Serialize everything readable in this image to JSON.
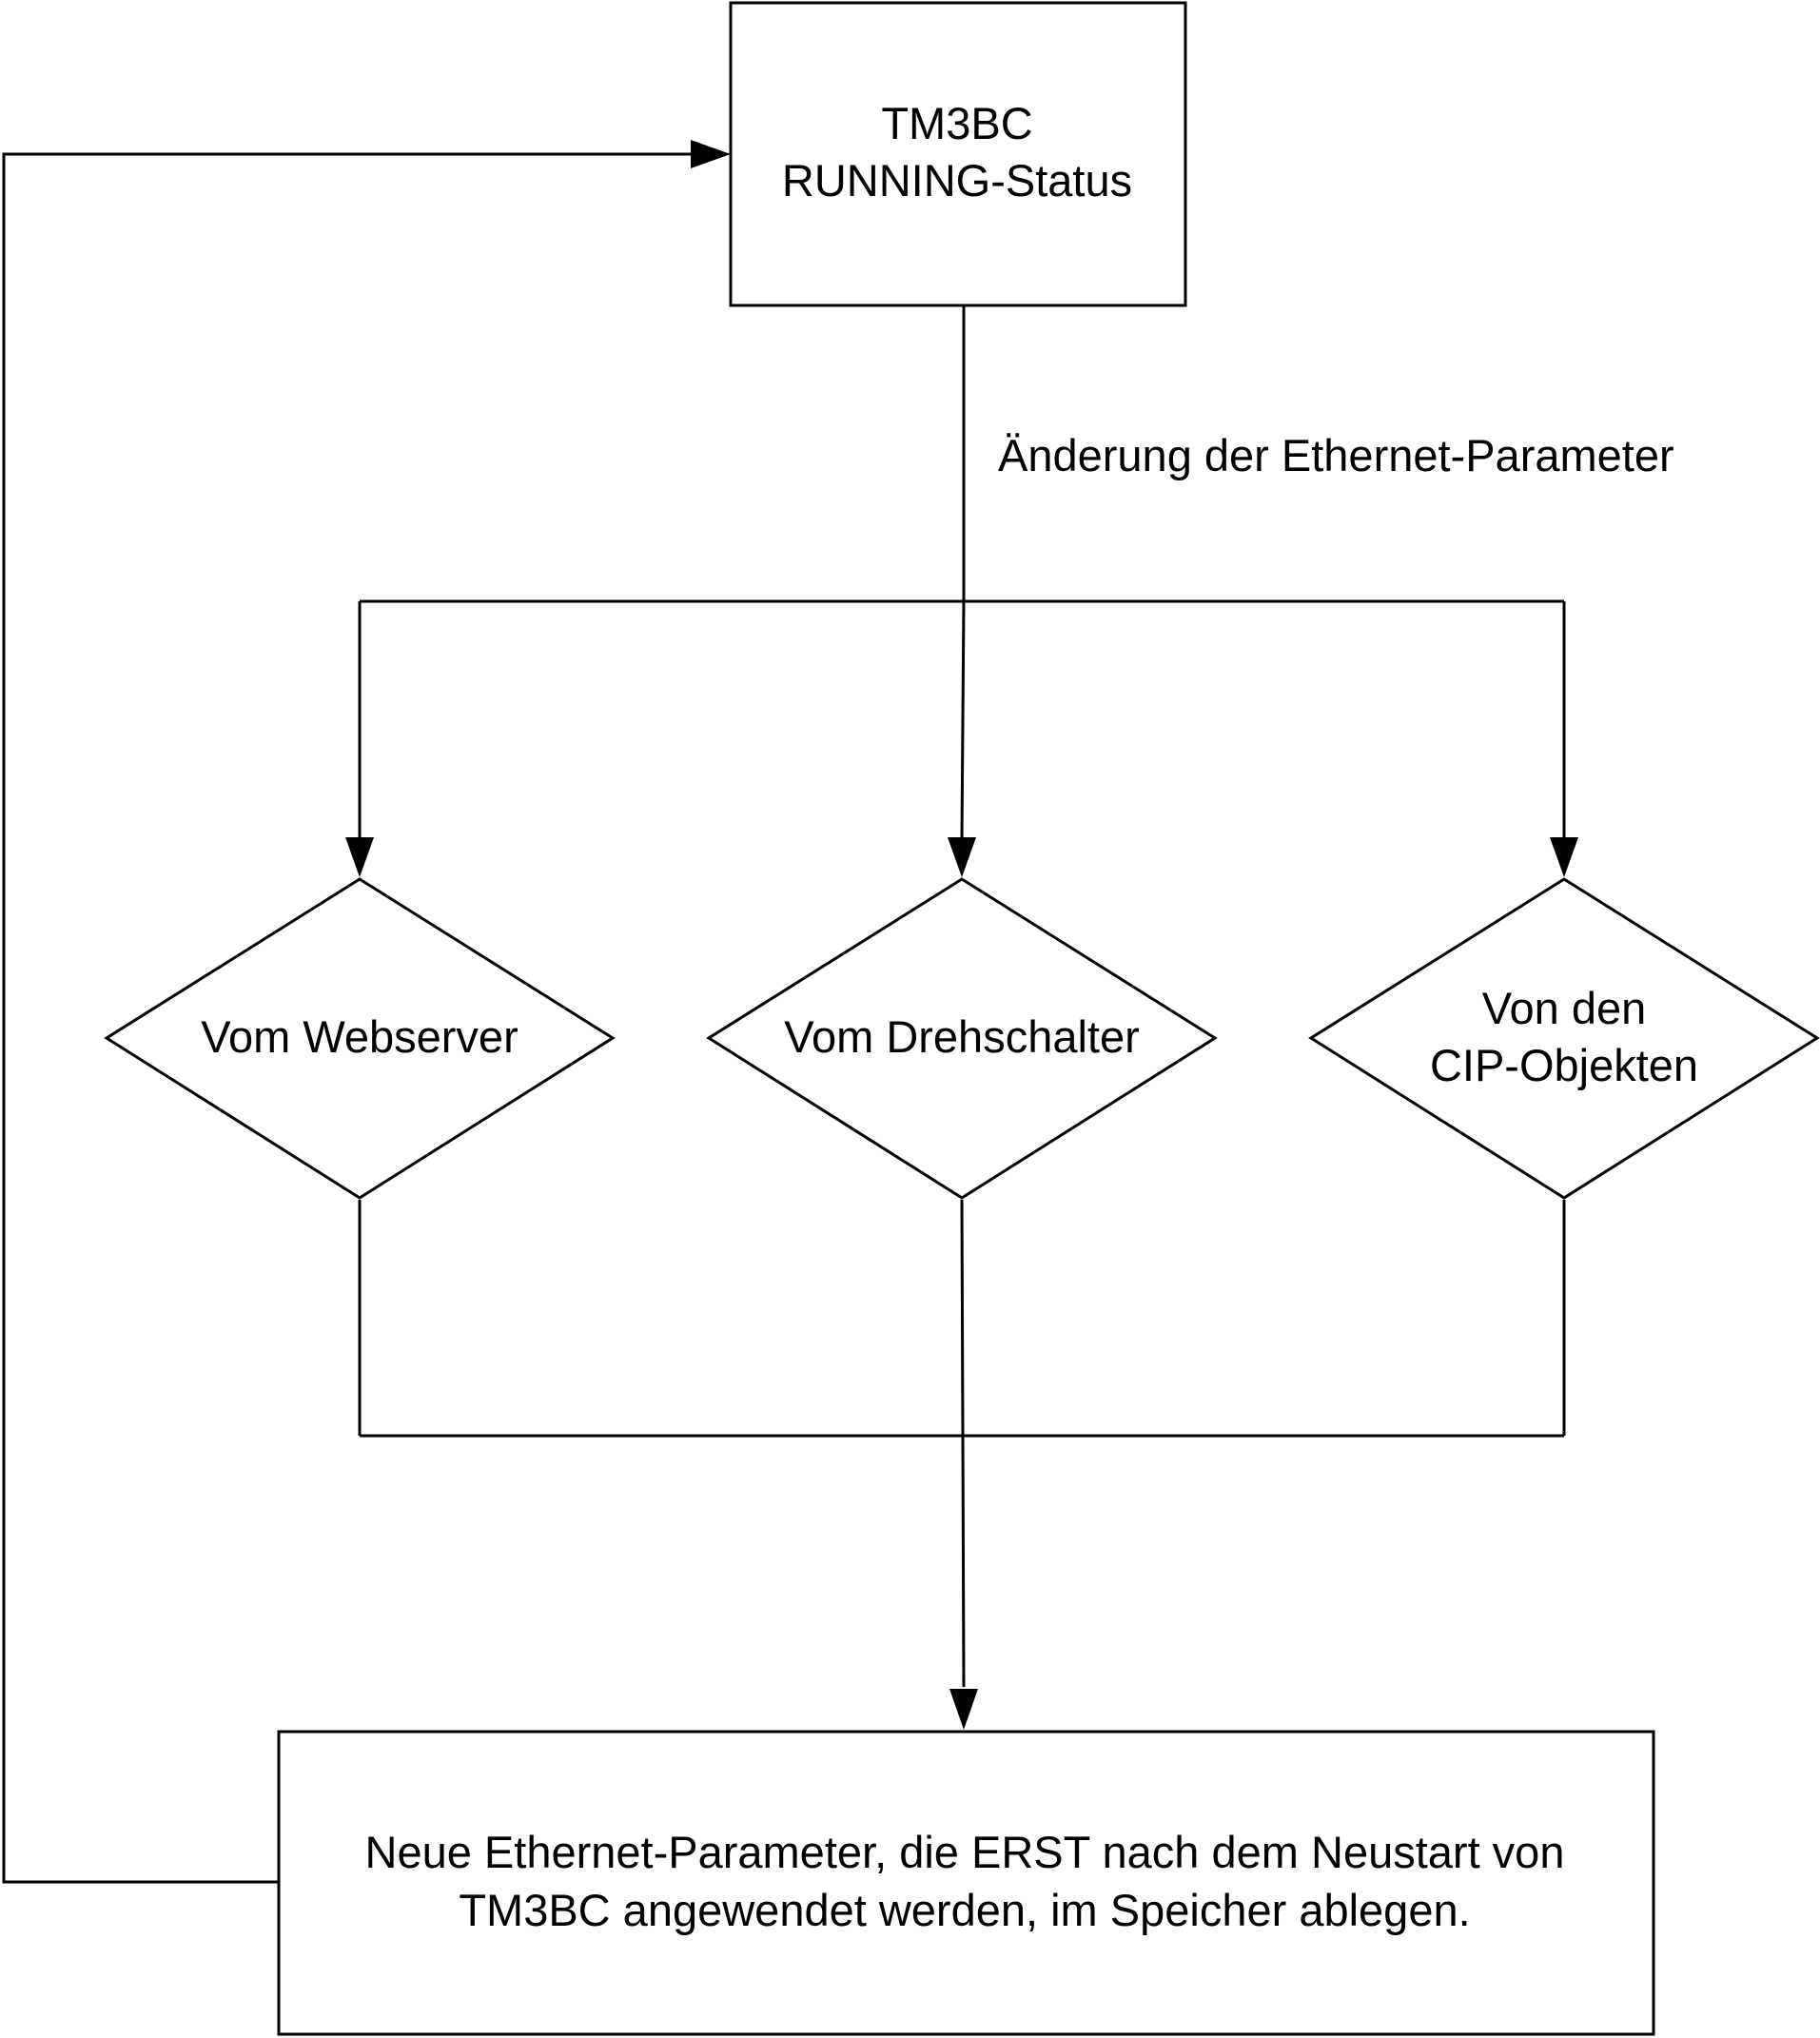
{
  "nodes": {
    "status_box": {
      "lines": [
        "TM3BC",
        "RUNNING-Status"
      ]
    },
    "change_label": "Änderung der Ethernet-Parameter",
    "decision_webserver": {
      "lines": [
        "Vom Webserver"
      ]
    },
    "decision_rotary_switch": {
      "lines": [
        "Vom Drehschalter"
      ]
    },
    "decision_cip": {
      "lines": [
        "Von den",
        "CIP-Objekten"
      ]
    },
    "store_box": {
      "lines": [
        "Neue Ethernet-Parameter, die ERST nach dem Neustart von",
        "TM3BC angewendet werden, im Speicher ablegen."
      ]
    }
  },
  "colors": {
    "stroke": "#000000",
    "fill": "#ffffff",
    "text": "#000000"
  }
}
